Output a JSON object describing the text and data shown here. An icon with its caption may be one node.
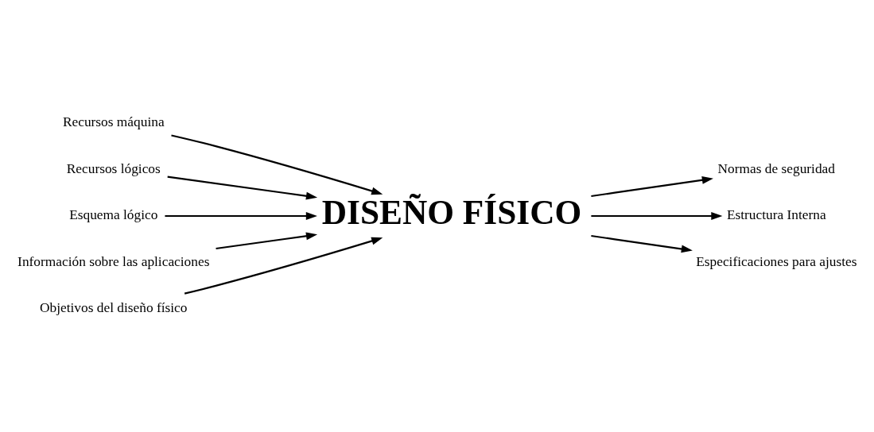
{
  "diagram": {
    "nodes": [
      {
        "text": [
          "Recursos máquina"
        ]
      },
      {
        "text": [
          "Recursos lógicos"
        ]
      },
      {
        "text": [
          "Esquema lógico"
        ]
      },
      {
        "text": [
          "Información sobre las aplicaciones"
        ]
      },
      {
        "text": [
          "Objetivos del diseño físico"
        ]
      },
      {
        "text": [
          "DISEÑO FÍSICO"
        ]
      },
      {
        "text": [
          "Normas de seguridad"
        ]
      },
      {
        "text": [
          "Estructura Interna"
        ]
      },
      {
        "text": [
          "Especificaciones para ajustes"
        ]
      }
    ],
    "edges": [
      {
        "from": 0,
        "to": 5,
        "arrow": "to"
      },
      {
        "from": 1,
        "to": 5,
        "arrow": "to"
      },
      {
        "from": 2,
        "to": 5,
        "arrow": "to"
      },
      {
        "from": 3,
        "to": 5,
        "arrow": "to"
      },
      {
        "from": 4,
        "to": 5,
        "arrow": "to"
      },
      {
        "from": 5,
        "to": 6,
        "arrow": "to"
      },
      {
        "from": 5,
        "to": 7,
        "arrow": "to"
      },
      {
        "from": 5,
        "to": 8,
        "arrow": "to"
      }
    ]
  }
}
